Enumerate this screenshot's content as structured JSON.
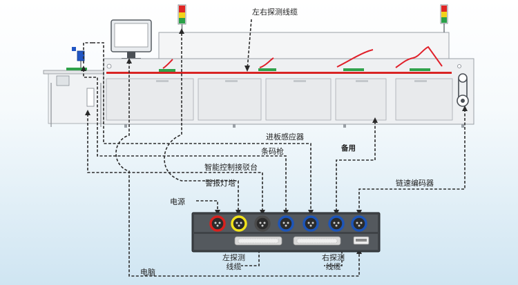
{
  "labels": {
    "left_right_probe_cable": "左右探测线缆",
    "board_sensor": "进板感应器",
    "barcode_gun": "条码枪",
    "smart_control_dock": "智能控制接驳台",
    "warning_light_tower": "警报灯塔",
    "power": "电源",
    "spare": "备用",
    "speed_encoder": "链速编码器",
    "computer": "电脑",
    "left_probe_cable": "左探测\n线缆",
    "right_probe_cable": "右探测\n线缆"
  },
  "connectors": [
    {
      "id": "power",
      "ring": "#d8211e"
    },
    {
      "id": "warning-light",
      "ring": "#f1e21a"
    },
    {
      "id": "smart-dock",
      "ring": "#4a4a4a"
    },
    {
      "id": "barcode-gun",
      "ring": "#1d55b8"
    },
    {
      "id": "board-sensor",
      "ring": "#1d55b8"
    },
    {
      "id": "spare",
      "ring": "#1d55b8"
    },
    {
      "id": "speed-encoder",
      "ring": "#1d55b8"
    }
  ],
  "colors": {
    "thermal_profile": "#e0202a",
    "rail": "#d82424",
    "probe_board": "#2fa24a",
    "tower_red": "#e02525",
    "tower_yellow": "#f3d21a",
    "tower_green": "#2aa148"
  }
}
